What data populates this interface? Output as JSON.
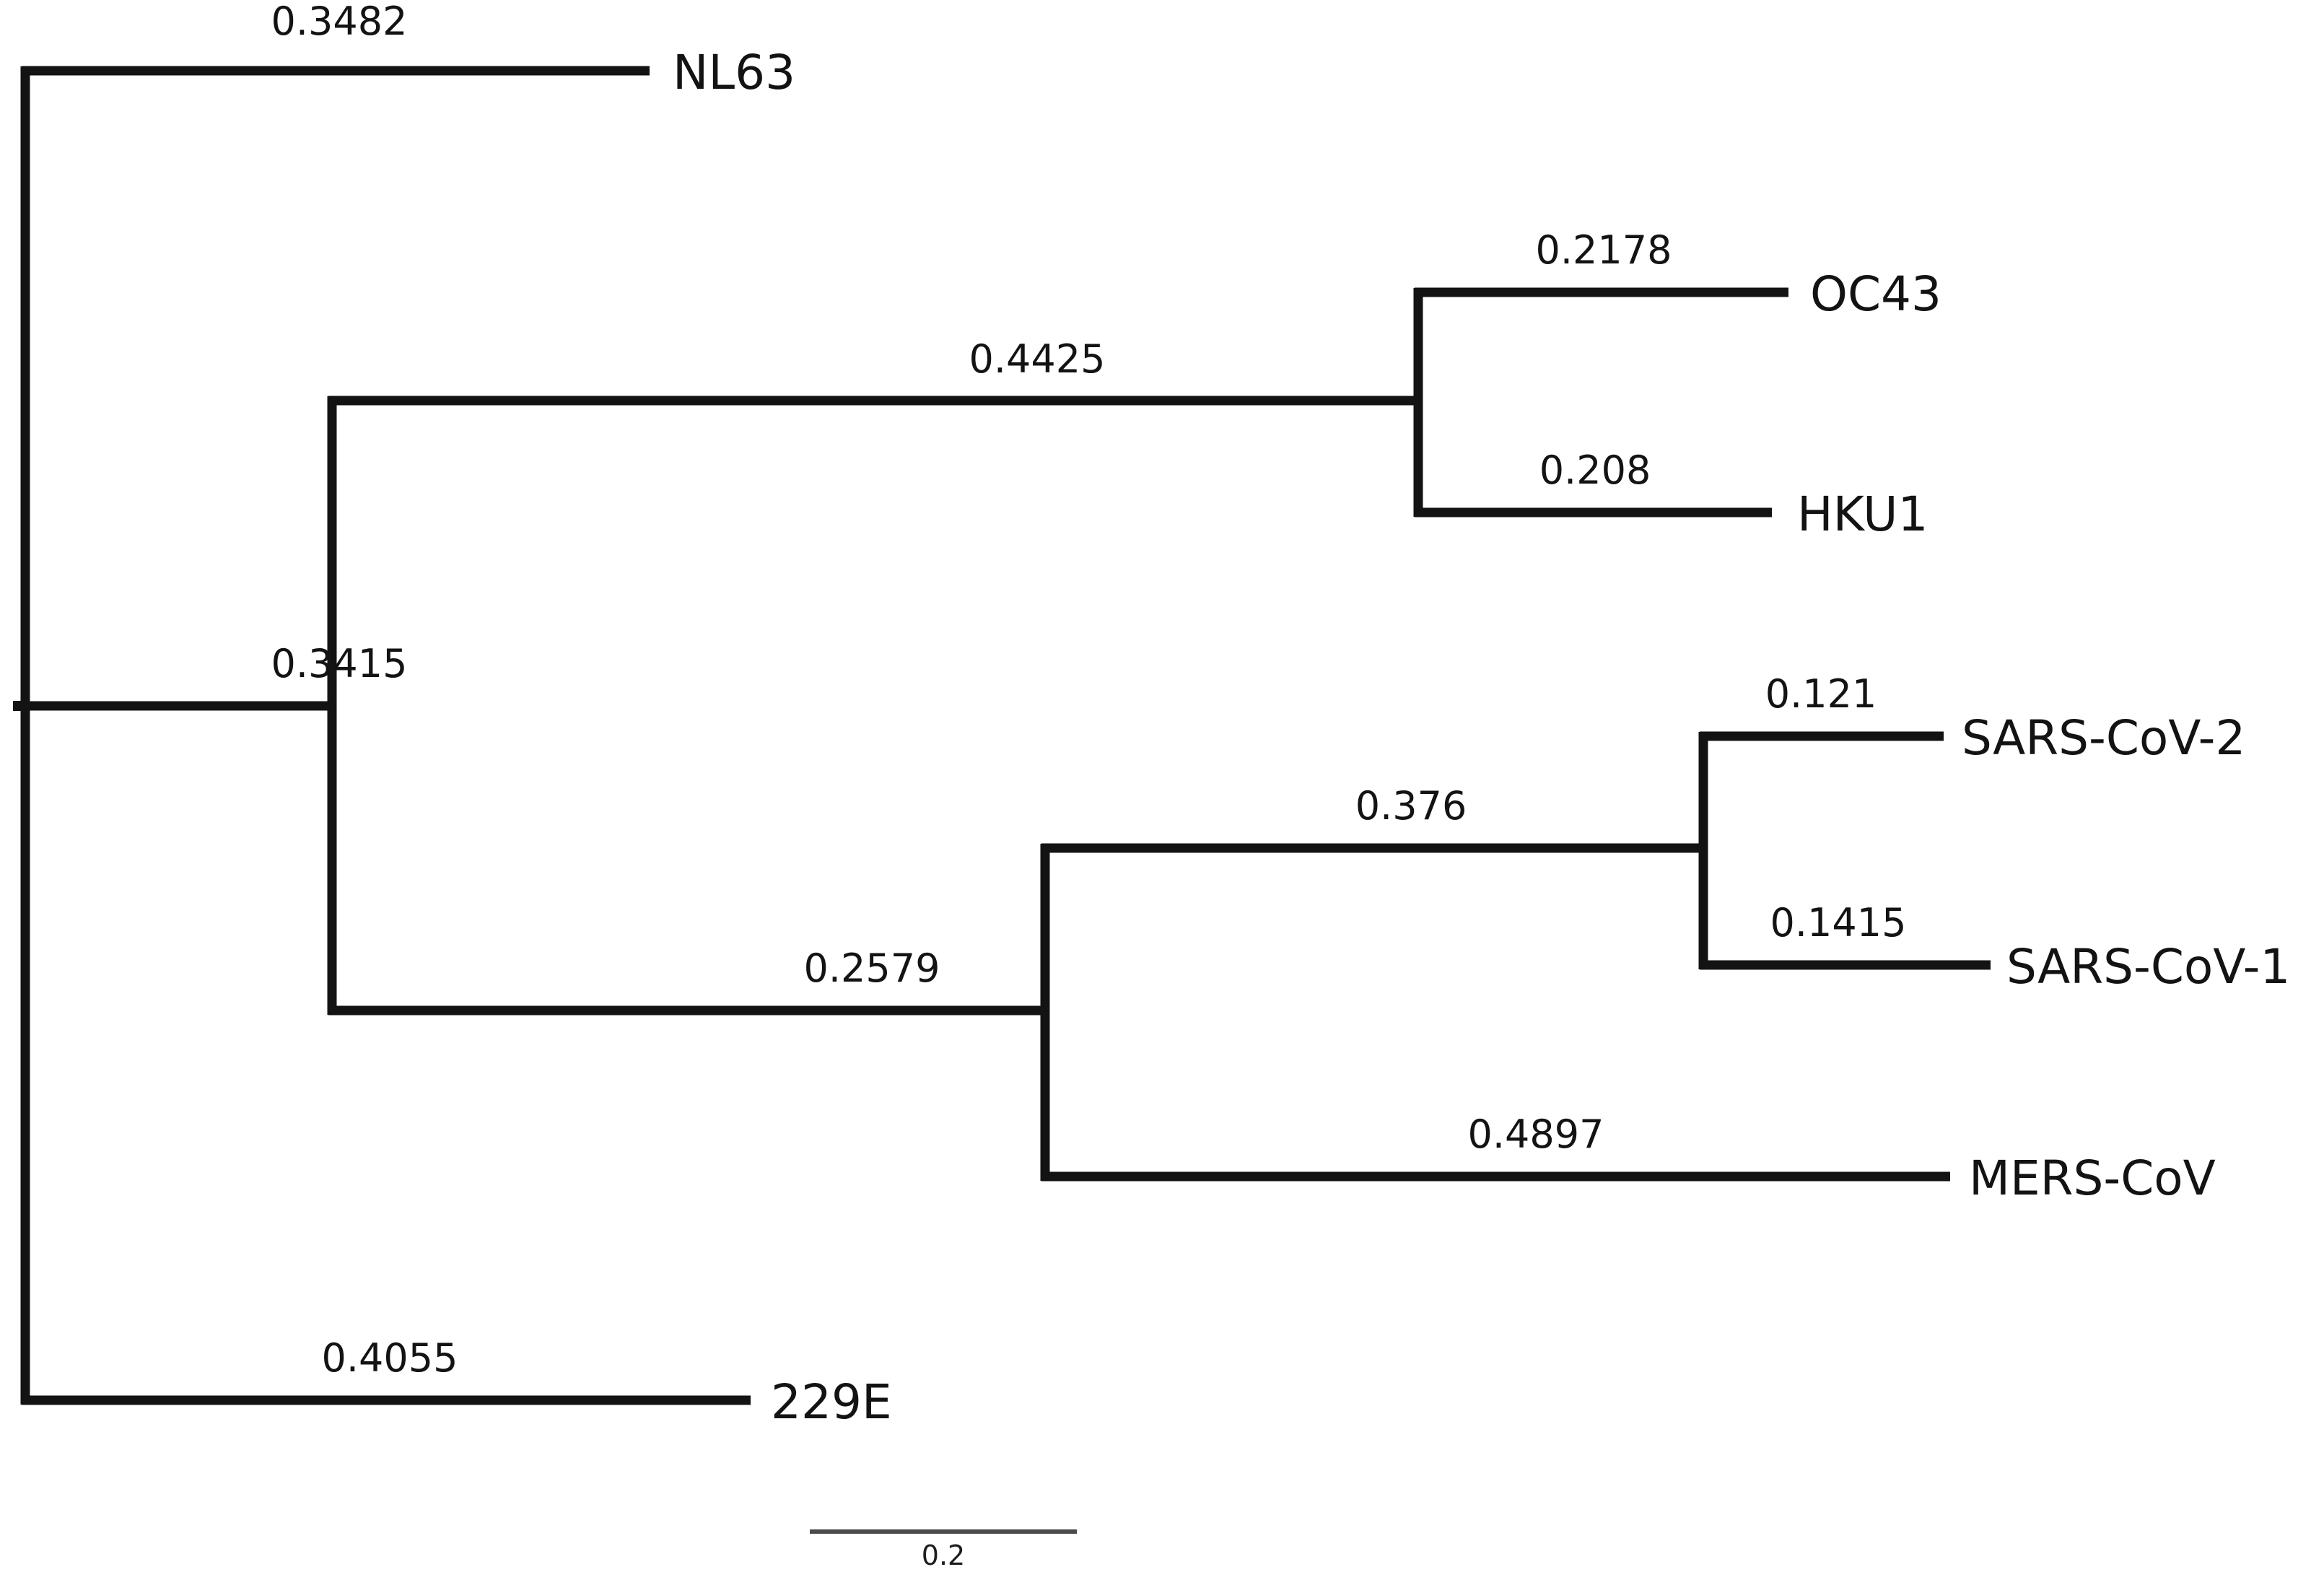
{
  "figure": {
    "type": "phylogenetic-tree",
    "orientation": "left-to-right",
    "background_color": "#ffffff",
    "line_color": "#131313"
  },
  "chart_data": {
    "type": "tree",
    "title": "",
    "xlabel": "",
    "ylabel": "",
    "scale_bar": {
      "label": "0.2",
      "value": 0.2,
      "pixel_length": 370
    },
    "taxa": [
      "NL63",
      "OC43",
      "HKU1",
      "SARS-CoV-2",
      "SARS-CoV-1",
      "MERS-CoV",
      "229E"
    ],
    "branch_lengths": {
      "NL63": 0.3482,
      "OC43": 0.2178,
      "HKU1": 0.208,
      "SARS-CoV-2": 0.121,
      "SARS-CoV-1": 0.1415,
      "MERS-CoV": 0.4897,
      "229E": 0.4055,
      "internal_betacoronavirus": 0.3415,
      "internal_oc43_hku1": 0.4425,
      "internal_sarbeco_mers": 0.2579,
      "internal_sars_clade": 0.376
    },
    "newick": "((NL63:0.3482,((OC43:0.2178,HKU1:0.208):0.4425,((SARS-CoV-2:0.121,SARS-CoV-1:0.1415):0.376,MERS-CoV:0.4897):0.2579):0.3415,229E:0.4055);"
  },
  "labels": {
    "taxa": {
      "nl63": "NL63",
      "oc43": "OC43",
      "hku1": "HKU1",
      "sars_cov_2": "SARS-CoV-2",
      "sars_cov_1": "SARS-CoV-1",
      "mers_cov": "MERS-CoV",
      "e229": "229E"
    },
    "branch_values": {
      "nl63": "0.3482",
      "oc43": "0.2178",
      "hku1": "0.208",
      "sars_cov_2": "0.121",
      "sars_cov_1": "0.1415",
      "mers_cov": "0.4897",
      "e229": "0.4055",
      "beta_clade": "0.3415",
      "oc43_hku1_clade": "0.4425",
      "sarbeco_mers_clade": "0.2579",
      "sars_clade": "0.376"
    },
    "scale": {
      "value": "0.2"
    }
  }
}
